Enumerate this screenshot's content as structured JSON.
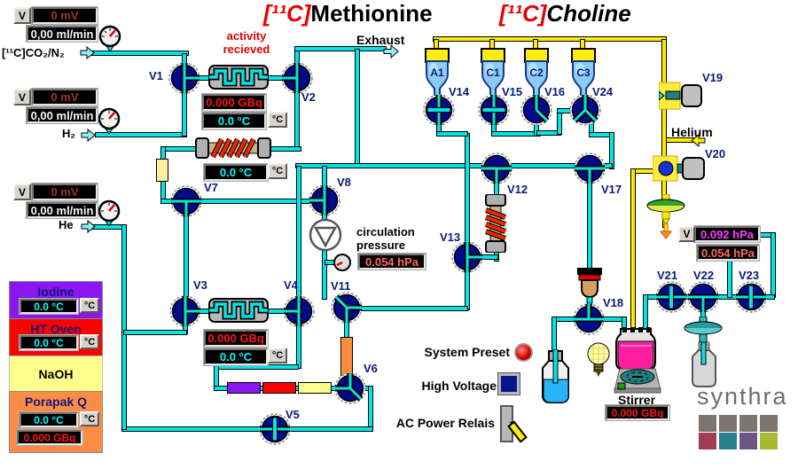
{
  "titles": {
    "methionine_prefix": "[¹¹C]",
    "methionine_name": "Methionine",
    "choline_prefix": "[¹¹C]",
    "choline_name": "Choline"
  },
  "inputs": {
    "co2": {
      "button": "V",
      "mv": "0 mV",
      "flow": "0,00 ml/min",
      "label": "[¹¹C]CO₂/N₂"
    },
    "h2": {
      "button": "V",
      "mv": "0 mV",
      "flow": "0,00 ml/min",
      "label": "H₂"
    },
    "he": {
      "button": "V",
      "mv": "0 mV",
      "flow": "0,00 ml/min",
      "label": "He"
    }
  },
  "activity": {
    "line1": "activity",
    "line2": "recieved"
  },
  "exhaust_label": "Exhaust",
  "helium_label": "Helium",
  "heater1": {
    "gbq": "0.000 GBq",
    "temp": "0.0 °C",
    "unit_button": "°C"
  },
  "heater2": {
    "temp": "0.0 °C",
    "unit_button": "°C"
  },
  "heater3": {
    "gbq": "0.000 GBq",
    "temp": "0.0 °C",
    "unit_button": "°C"
  },
  "circulation": {
    "label1": "circulation",
    "label2": "pressure",
    "value": "0.054 hPa"
  },
  "vacuum": {
    "button": "V",
    "pressure1": "0.092 hPa",
    "pressure2": "0.054 hPa"
  },
  "stirrer": {
    "label": "Stirrer",
    "gbq": "0.000 GBq"
  },
  "panels": {
    "iodine": {
      "name": "Iodine",
      "temp": "0.0 °C",
      "unit_button": "°C",
      "color": "#8a16f0"
    },
    "ht_oven": {
      "name": "HT Oven",
      "temp": "0.0 °C",
      "unit_button": "°C",
      "color": "#ff0000"
    },
    "naoh": {
      "name": "NaOH",
      "color": "#ffff8c"
    },
    "porapak": {
      "name": "Porapak Q",
      "temp": "0.0 °C",
      "unit_button": "°C",
      "gbq": "0.000 GBq",
      "color": "#ff8c46"
    }
  },
  "indicators": {
    "system_preset": "System Preset",
    "high_voltage": "High Voltage",
    "ac_power": "AC Power Relais"
  },
  "vials": {
    "a1": "A1",
    "c1": "C1",
    "c2": "C2",
    "c3": "C3"
  },
  "valves": {
    "v1": "V1",
    "v2": "V2",
    "v3": "V3",
    "v4": "V4",
    "v5": "V5",
    "v6": "V6",
    "v7": "V7",
    "v8": "V8",
    "v11": "V11",
    "v12": "V12",
    "v13": "V13",
    "v14": "V14",
    "v15": "V15",
    "v16": "V16",
    "v17": "V17",
    "v18": "V18",
    "v19": "V19",
    "v20": "V20",
    "v21": "V21",
    "v22": "V22",
    "v23": "V23",
    "v24": "V24"
  },
  "logo": "synthra",
  "colors": {
    "tube": "#00e6e6",
    "yellow_tube": "#ffec00",
    "valve_body": "#000a8c",
    "gbq_red": "#ff1414",
    "temp_cyan": "#00ffff",
    "pressure_salmon": "#ff6a55",
    "pressure_magenta": "#ff3cff",
    "mv_red": "#a33028"
  }
}
